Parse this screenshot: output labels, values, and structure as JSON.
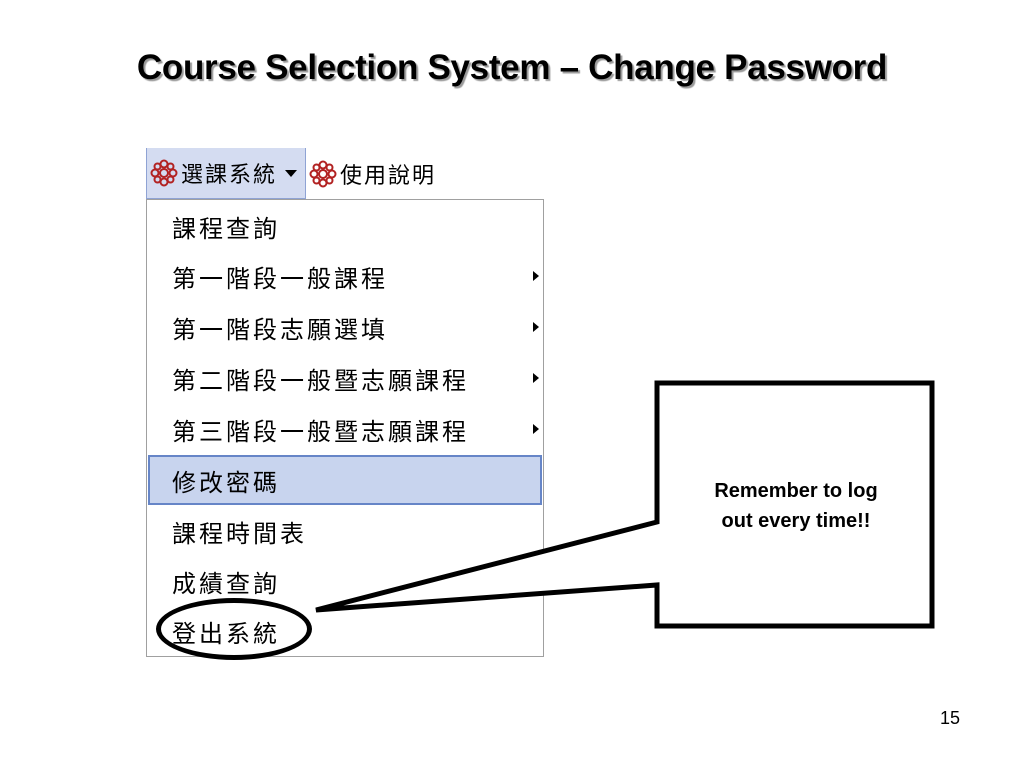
{
  "slide": {
    "title": "Course Selection System – Change Password",
    "page_number": "15"
  },
  "menubar": {
    "items": [
      {
        "label": "選課系統",
        "icon": "flower-icon",
        "active": true,
        "has_dropdown": true
      },
      {
        "label": "使用說明",
        "icon": "flower-icon",
        "active": false,
        "has_dropdown": false
      }
    ]
  },
  "dropdown": {
    "items": [
      {
        "label": "課程查詢",
        "submenu": false,
        "highlighted": false
      },
      {
        "label": "第一階段一般課程",
        "submenu": true,
        "highlighted": false
      },
      {
        "label": "第一階段志願選填",
        "submenu": true,
        "highlighted": false
      },
      {
        "label": "第二階段一般暨志願課程",
        "submenu": true,
        "highlighted": false
      },
      {
        "label": "第三階段一般暨志願課程",
        "submenu": true,
        "highlighted": false
      },
      {
        "label": "修改密碼",
        "submenu": false,
        "highlighted": true
      },
      {
        "label": "課程時間表",
        "submenu": false,
        "highlighted": false
      },
      {
        "label": "成績查詢",
        "submenu": false,
        "highlighted": false
      },
      {
        "label": "登出系統",
        "submenu": false,
        "highlighted": false,
        "circled": true
      }
    ]
  },
  "callout": {
    "line1": "Remember to log",
    "line2": "out every time!!"
  },
  "colors": {
    "menu_active_bg": "#d4dcf1",
    "highlight_bg": "#c8d4ee",
    "highlight_border": "#6685c7",
    "flower_icon": "#b22222"
  }
}
